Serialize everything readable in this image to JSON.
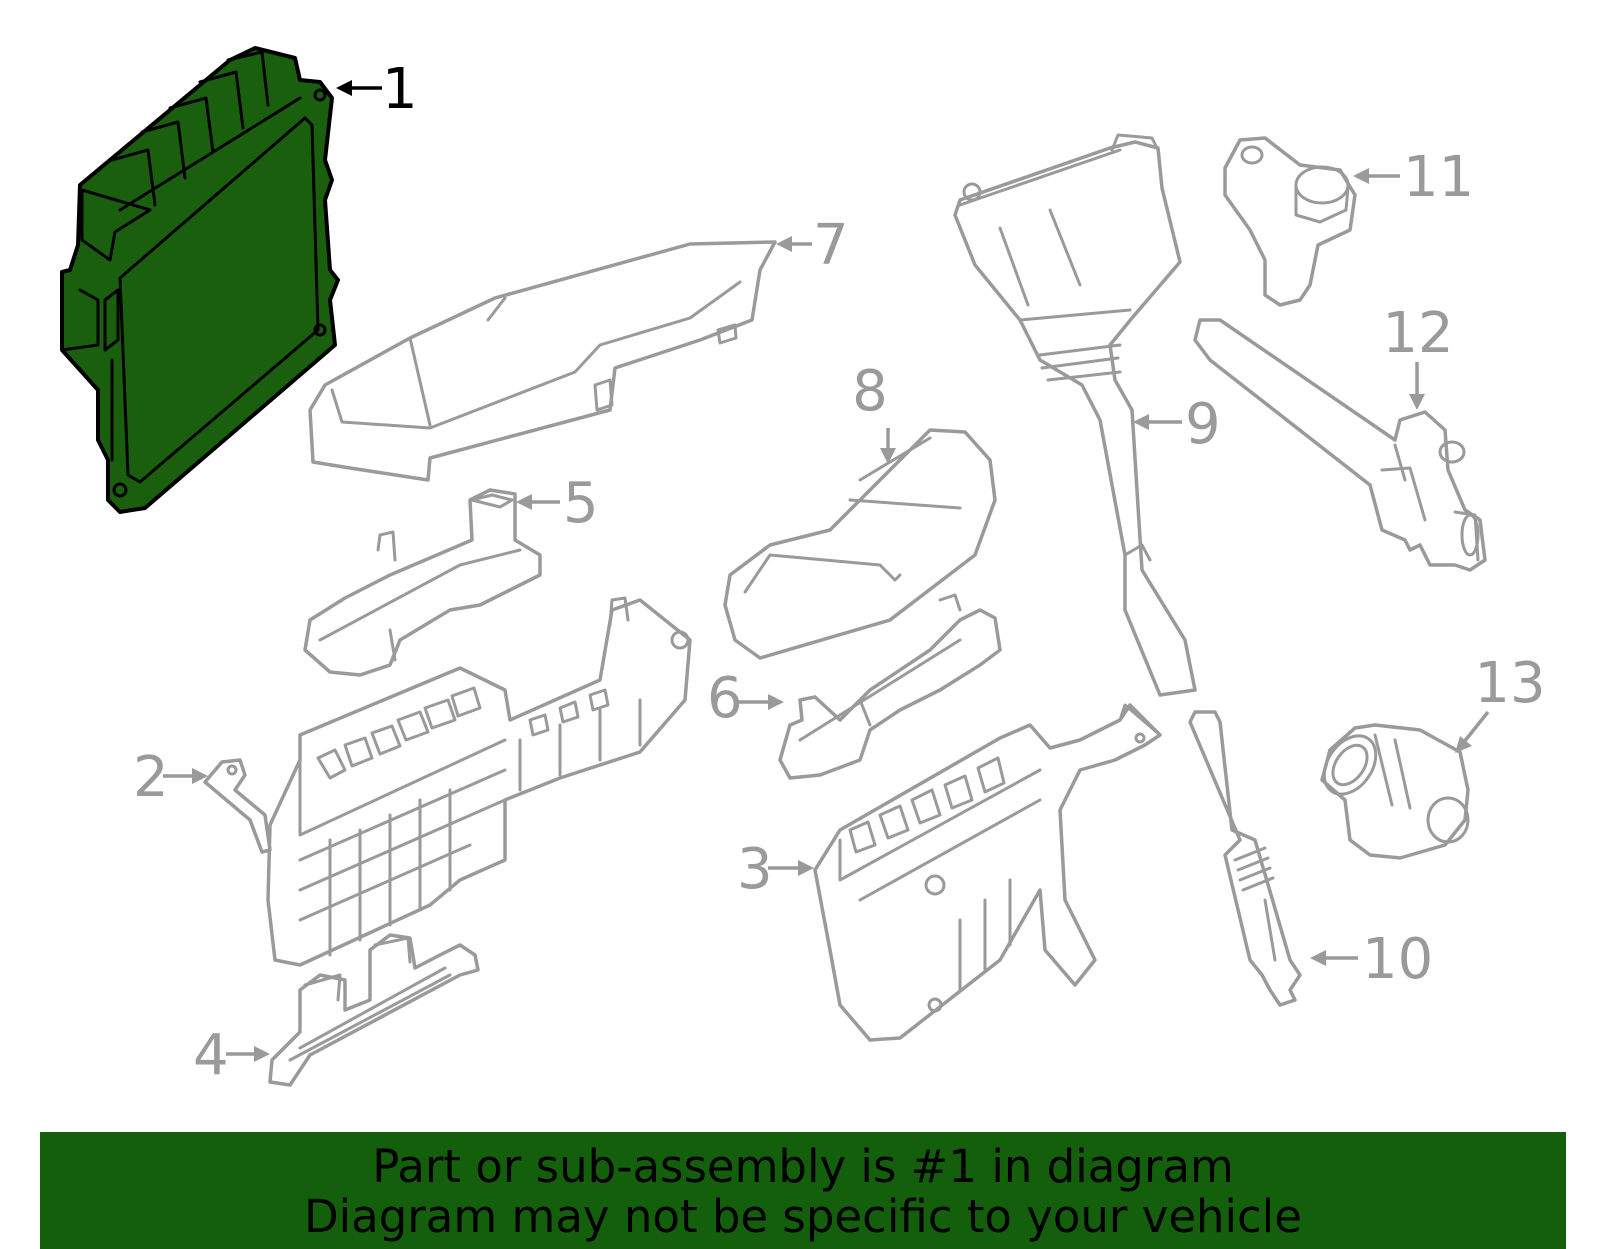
{
  "diagram": {
    "highlighted_part": "1",
    "callouts": [
      "1",
      "2",
      "3",
      "4",
      "5",
      "6",
      "7",
      "8",
      "9",
      "10",
      "11",
      "12",
      "13"
    ],
    "colors": {
      "highlight_fill": "#1a5f0e",
      "banner": "#135f0c",
      "part_line": "#9a9a9a",
      "active_text": "#000000"
    }
  },
  "banner": {
    "line1": "Part or sub-assembly is #1 in diagram",
    "line2": "Diagram may not be specific to your vehicle"
  }
}
